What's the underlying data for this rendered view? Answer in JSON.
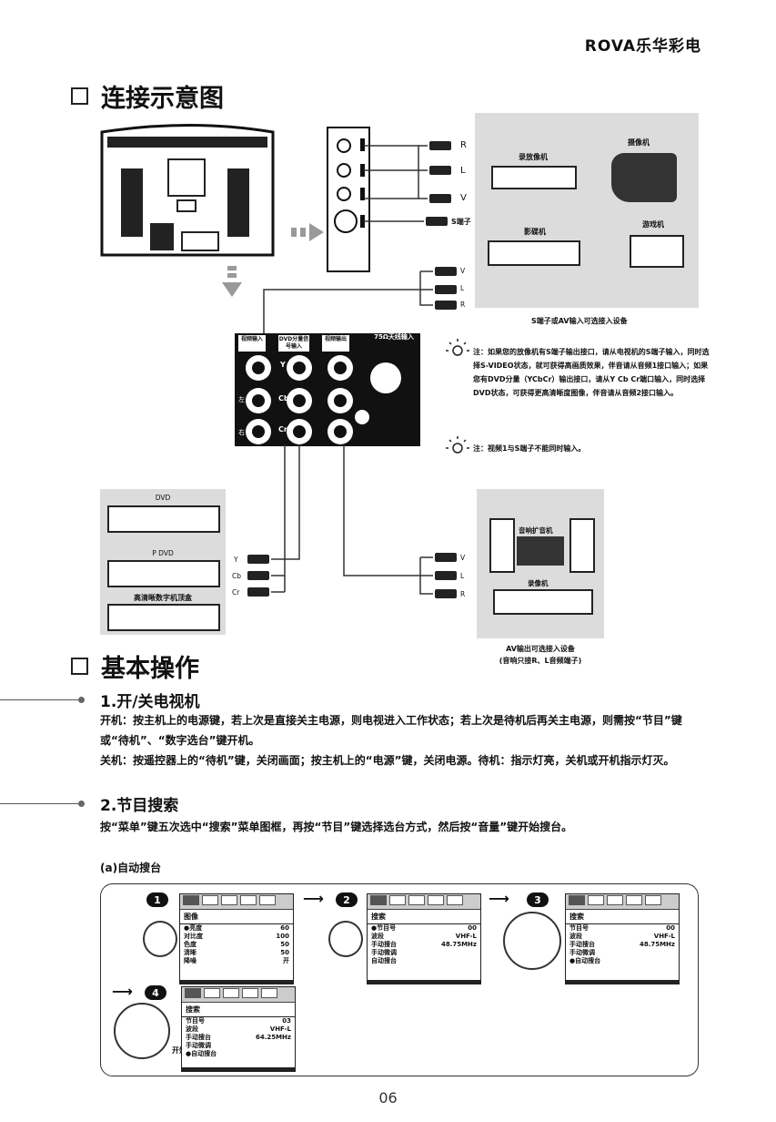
{
  "brand": "ROVA乐华彩电",
  "section1": {
    "title": "连接示意图",
    "panel_top": {
      "jacks": [
        "R",
        "L",
        "V",
        "S端子"
      ],
      "devices": [
        "录放像机",
        "摄像机",
        "影碟机",
        "游戏机"
      ],
      "caption": "S端子或AV输入可选接入设备"
    },
    "rear_labels": [
      "V",
      "L",
      "R"
    ],
    "jack_panel": {
      "col_labels": [
        "视频输入",
        "DVD分量信号输入",
        "视频输出"
      ],
      "antenna_label": "75Ω天线输入",
      "row_labels": [
        "左",
        "右"
      ],
      "component_labels": [
        "Y",
        "Cb",
        "Cr"
      ]
    },
    "notes": [
      "注：如果您的放像机有S端子输出接口，请从电视机的S端子输入，同时选择S-VIDEO状态，就可获得高画质效果，伴音请从音频1接口输入；如果您有DVD分量（YCbCr）输出接口，请从Y Cb Cr端口输入，同时选择DVD状态，可获得更高清晰度图像，伴音请从音频2接口输入。",
      "注：视频1与S端子不能同时输入。"
    ],
    "panel_left": {
      "devices": [
        "DVD",
        "P DVD",
        "高清晰数字机顶盒"
      ],
      "labels": [
        "Y",
        "Cb",
        "Cr"
      ]
    },
    "panel_right": {
      "labels": [
        "V",
        "L",
        "R"
      ],
      "devices": [
        "音响扩音机",
        "录像机"
      ],
      "caption_1": "AV输出可选接入设备",
      "caption_2": "(音响只接R、L音频端子)"
    }
  },
  "section2": {
    "title": "基本操作",
    "items": [
      {
        "title": "1.开/关电视机",
        "paragraphs": [
          "开机：按主机上的电源键，若上次是直接关主电源，则电视进入工作状态；若上次是待机后再关主电源，则需按“节目”键或“待机”、“数字选台”键开机。",
          "关机：按遥控器上的“待机”键，关闭画面；按主机上的“电源”键，关闭电源。待机：指示灯亮，关机或开机指示灯灭。"
        ]
      },
      {
        "title": "2.节目搜索",
        "paragraphs": [
          "按“菜单”键五次选中“搜索”菜单图框，再按“节目”键选择选台方式，然后按“音量”键开始搜台。"
        ]
      }
    ],
    "sub_heading": "(a)自动搜台",
    "steps": [
      "1",
      "2",
      "3",
      "4"
    ],
    "menus": [
      {
        "head": "图像",
        "rows": [
          [
            "●亮度",
            "60"
          ],
          [
            "对比度",
            "100"
          ],
          [
            "色度",
            "50"
          ],
          [
            "清晰",
            "50"
          ],
          [
            "降噪",
            "开"
          ]
        ]
      },
      {
        "head": "搜索",
        "rows": [
          [
            "●节目号",
            "00"
          ],
          [
            "波段",
            "VHF-L"
          ],
          [
            "手动搜台",
            "48.75MHz"
          ],
          [
            "手动微调",
            ""
          ],
          [
            "自动搜台",
            ""
          ]
        ]
      },
      {
        "head": "搜索",
        "rows": [
          [
            "节目号",
            "00"
          ],
          [
            "波段",
            "VHF-L"
          ],
          [
            "手动搜台",
            "48.75MHz"
          ],
          [
            "手动微调",
            ""
          ],
          [
            "●自动搜台",
            ""
          ]
        ]
      },
      {
        "head": "搜索",
        "rows": [
          [
            "节目号",
            "03"
          ],
          [
            "波段",
            "VHF-L"
          ],
          [
            "手动搜台",
            "64.25MHz"
          ],
          [
            "手动微调",
            ""
          ],
          [
            "●自动搜台",
            ""
          ]
        ]
      }
    ],
    "start_label": "开始"
  },
  "page_number": "06"
}
